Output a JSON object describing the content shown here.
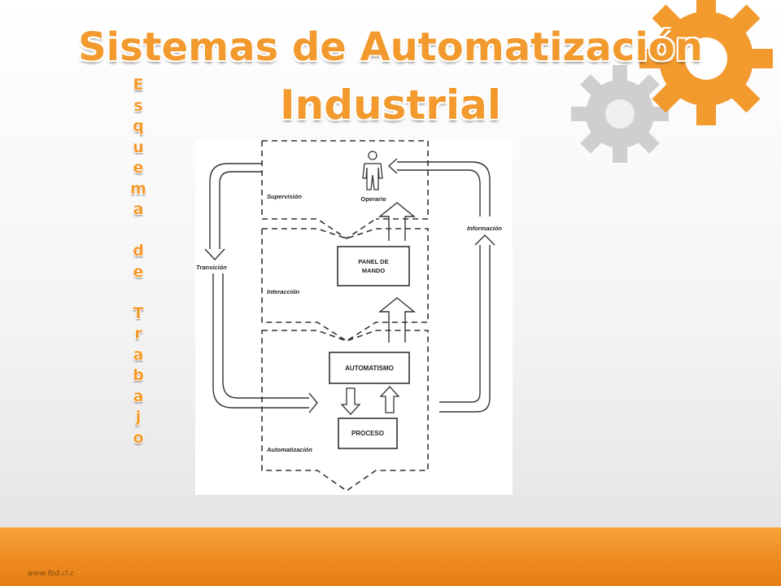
{
  "title": {
    "line1": "Sistemas de Automatización",
    "line2": "Industrial"
  },
  "vertical_text": [
    "E",
    "s",
    "q",
    "u",
    "e",
    "m",
    "a",
    "",
    "d",
    "e",
    "",
    "T",
    "r",
    "a",
    "b",
    "a",
    "j",
    "o"
  ],
  "diagram": {
    "zones": {
      "supervision": "Supervisión",
      "interaccion": "Interacción",
      "automatizacion": "Automatización"
    },
    "operator_label": "Operario",
    "boxes": {
      "panel_line1": "PANEL DE",
      "panel_line2": "MANDO",
      "automatismo": "AUTOMATISMO",
      "proceso": "PROCESO"
    },
    "side_labels": {
      "left": "Transición",
      "right": "Información"
    }
  },
  "footer": {
    "text": "www.fpd.cl.c"
  },
  "colors": {
    "accent": "#f29a2e",
    "footer": "#ee8a1f",
    "gear_orange": "#f29a2e",
    "gear_gray": "#d0d0d0"
  }
}
